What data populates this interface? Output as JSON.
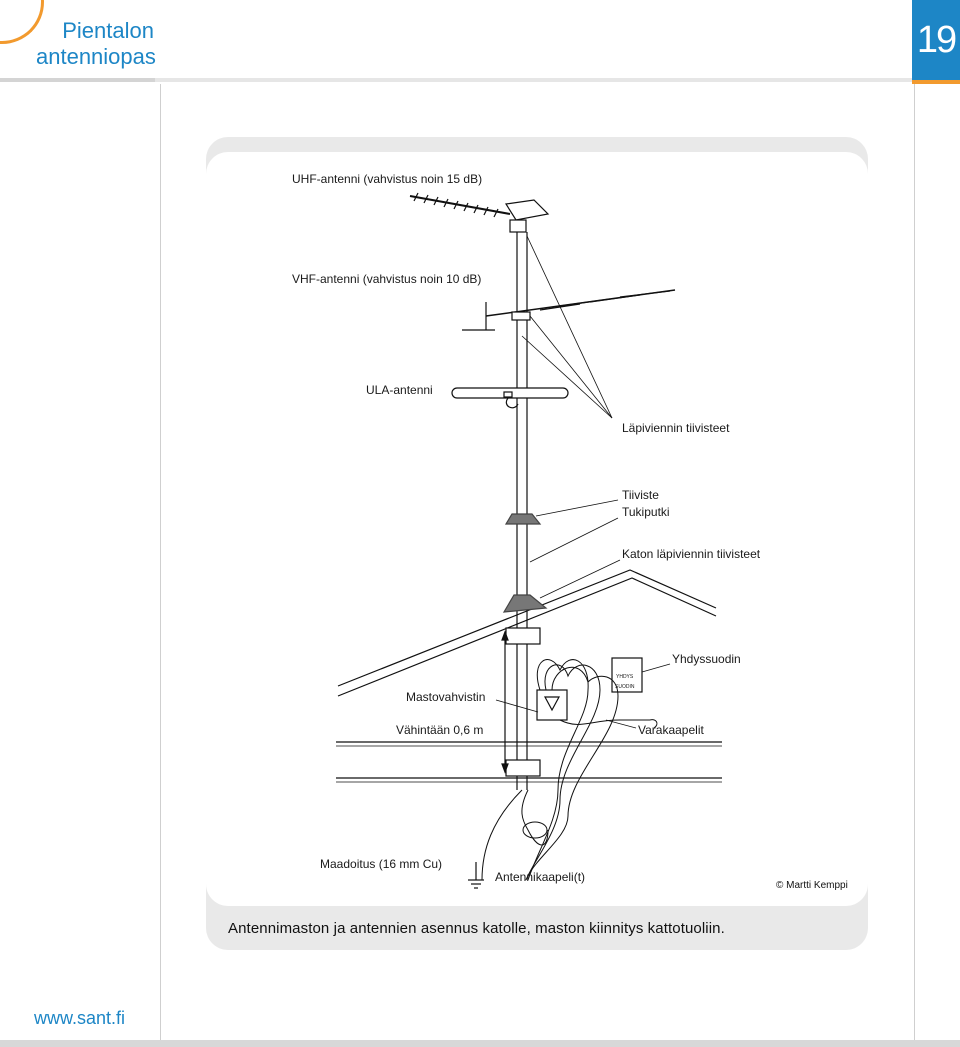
{
  "header": {
    "title_line1": "Pientalon",
    "title_line2": "antenniopas",
    "page_number": "19"
  },
  "footer": {
    "url": "www.sant.fi"
  },
  "figure": {
    "labels": {
      "uhf": "UHF-antenni (vahvistus noin 15 dB)",
      "vhf": "VHF-antenni (vahvistus noin 10 dB)",
      "ula": "ULA-antenni",
      "lapiviennin": "Läpiviennin tiivisteet",
      "tiiviste": "Tiiviste",
      "tukiputki": "Tukiputki",
      "katon": "Katon läpiviennin tiivisteet",
      "yhdyssuodin": "Yhdyssuodin",
      "mastovahvistin": "Mastovahvistin",
      "vahintaan": "Vähintään 0,6 m",
      "varakaapelit": "Varakaapelit",
      "maadoitus": "Maadoitus (16 mm Cu)",
      "antennikaapeli": "Antennikaapeli(t)",
      "filter_text1": "YHDYS",
      "filter_text2": "SUODIN"
    },
    "credit": "© Martti Kemppi",
    "caption": "Antennimaston ja antennien asennus katolle, maston kiinnitys kattotuoliin."
  }
}
